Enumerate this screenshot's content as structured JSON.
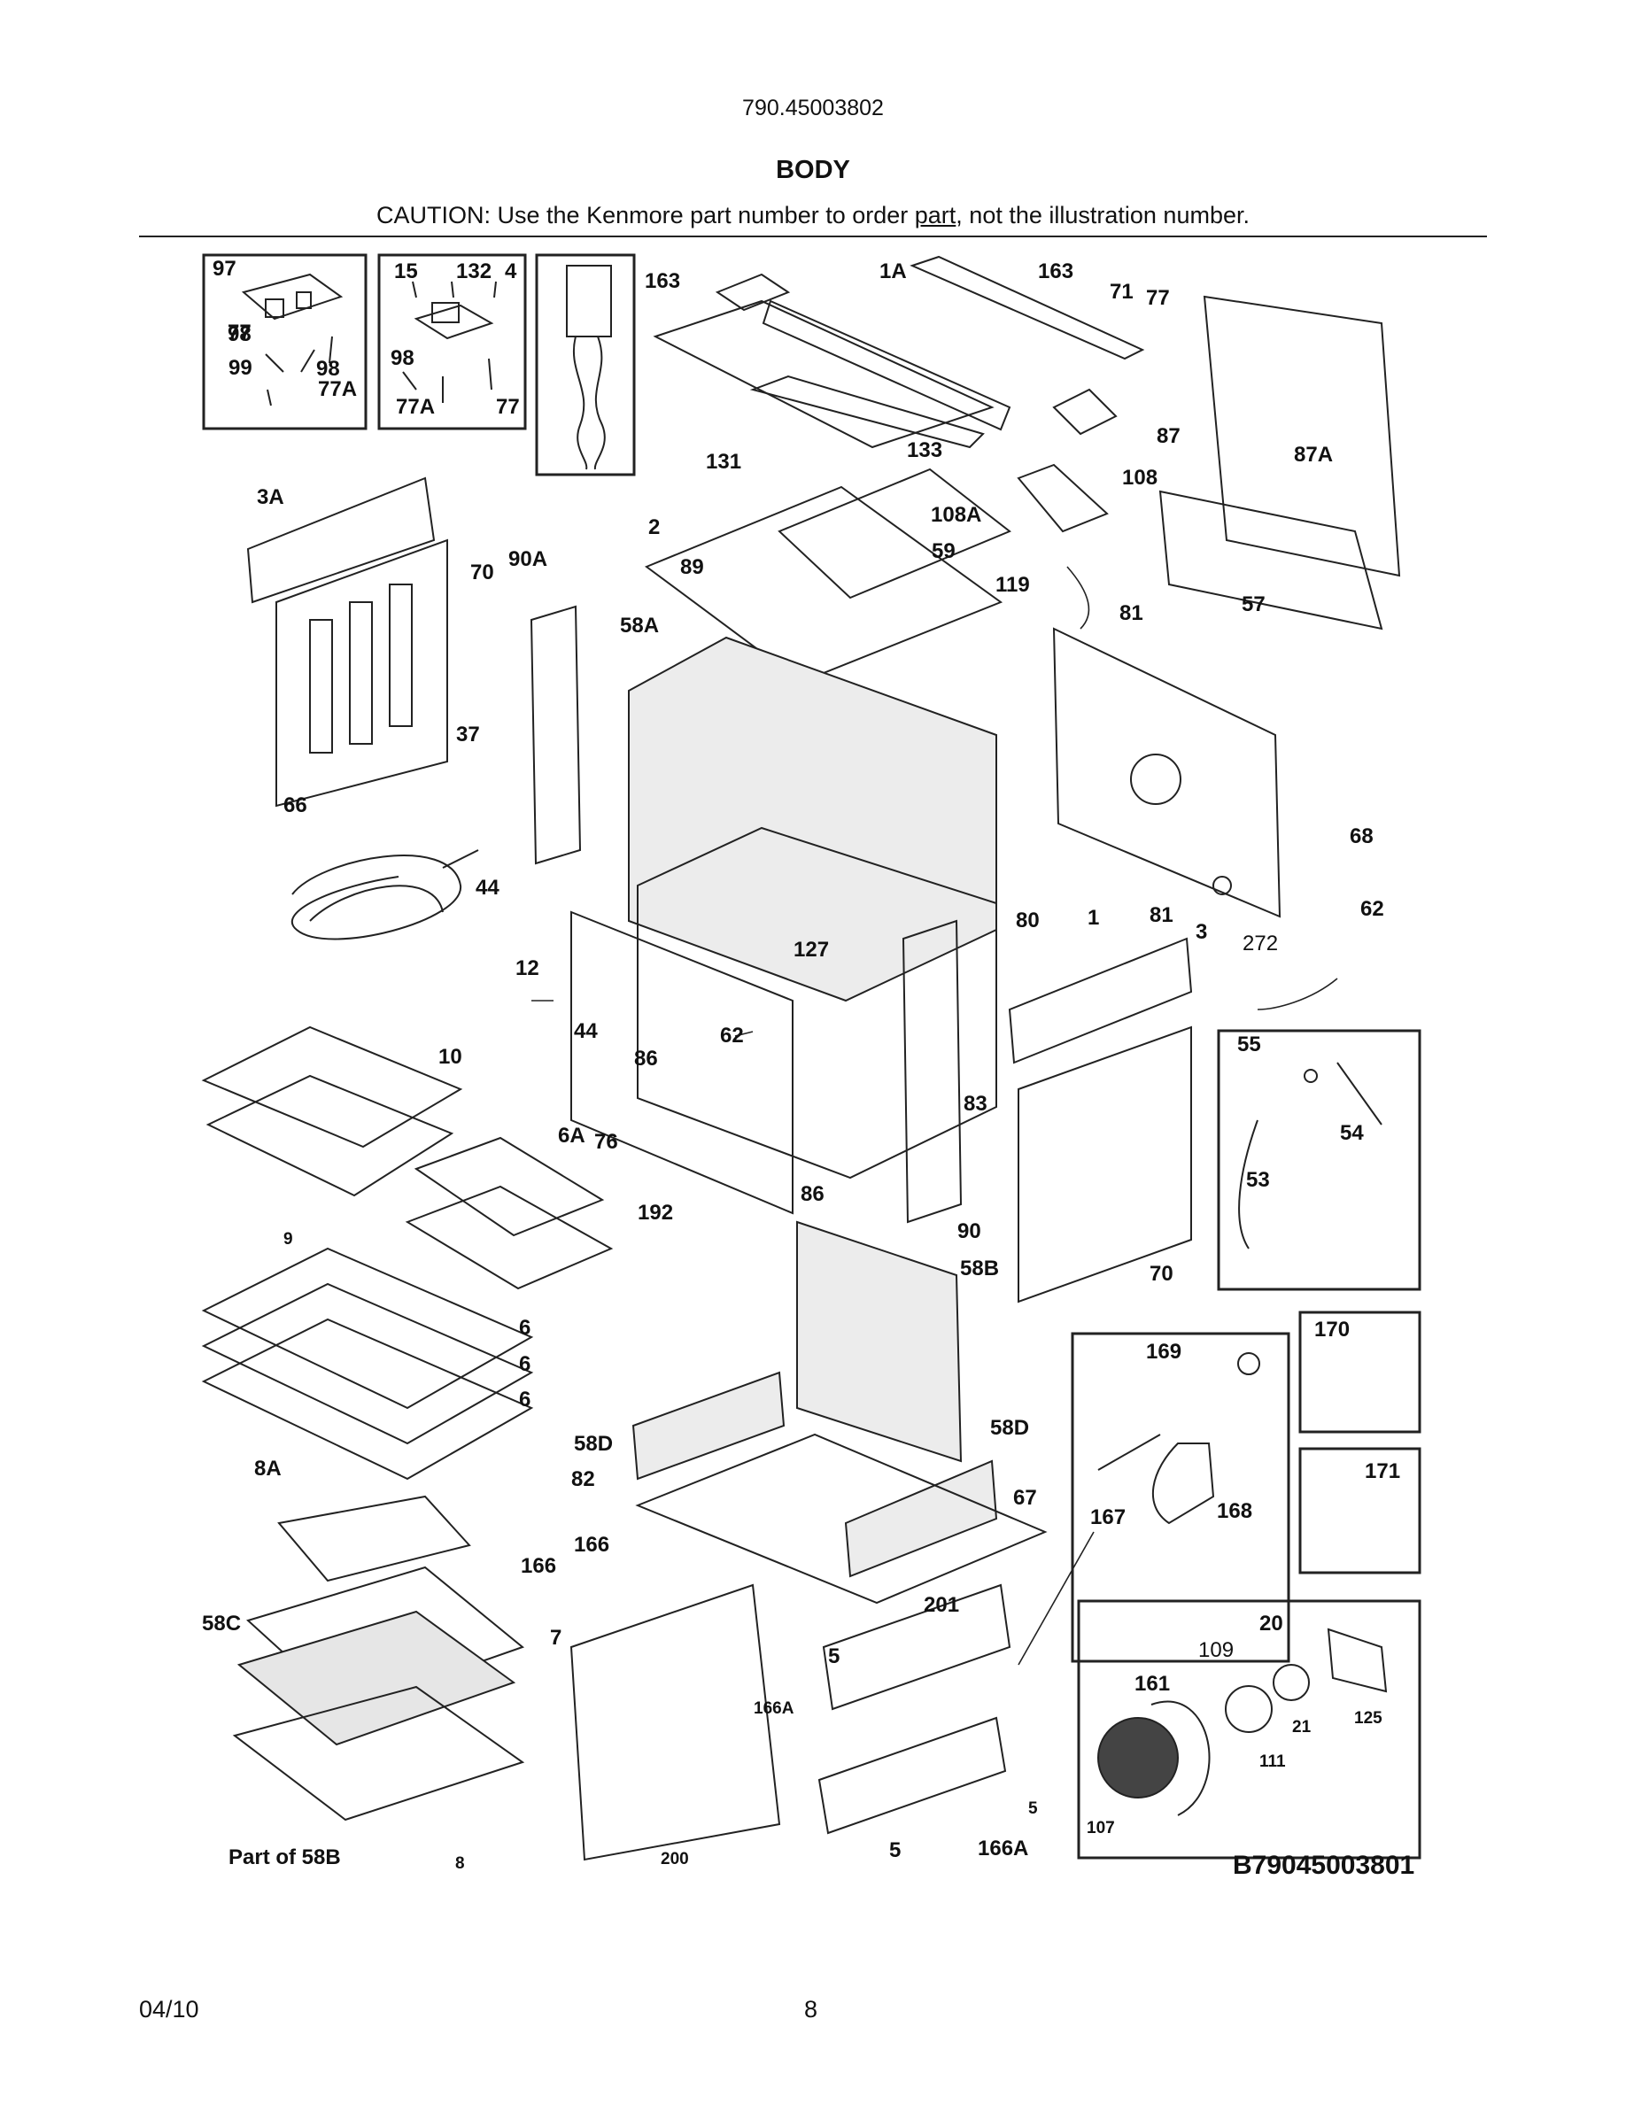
{
  "header": {
    "model": "790.45003802",
    "title": "BODY",
    "caution_pre": "CAUTION: Use the Kenmore part number to order ",
    "caution_link": "part",
    "caution_post": ", not the illustration number."
  },
  "footer": {
    "date": "04/10",
    "page": "8"
  },
  "diagram_code": "B79045003801",
  "callouts": [
    "97",
    "98",
    "99",
    "98",
    "15",
    "132",
    "4",
    "163",
    "1A",
    "163",
    "71",
    "77",
    "77",
    "98",
    "77A",
    "77A",
    "77",
    "3A",
    "131",
    "133",
    "87",
    "87A",
    "108",
    "108A",
    "2",
    "59",
    "89",
    "119",
    "90A",
    "70",
    "58A",
    "81",
    "57",
    "37",
    "66",
    "44",
    "12",
    "127",
    "44",
    "62",
    "62",
    "272",
    "80",
    "1",
    "81",
    "68",
    "3",
    "55",
    "10",
    "86",
    "6A",
    "76",
    "83",
    "86",
    "54",
    "53",
    "192",
    "9",
    "90",
    "58B",
    "70",
    "6",
    "6",
    "6",
    "169",
    "170",
    "58D",
    "58D",
    "82",
    "8A",
    "167",
    "168",
    "171",
    "166",
    "201",
    "67",
    "166",
    "58C",
    "7",
    "109",
    "20",
    "161",
    "5",
    "166A",
    "125",
    "21",
    "111",
    "5",
    "107",
    "Part of 58B",
    "8",
    "200",
    "5",
    "166A"
  ]
}
